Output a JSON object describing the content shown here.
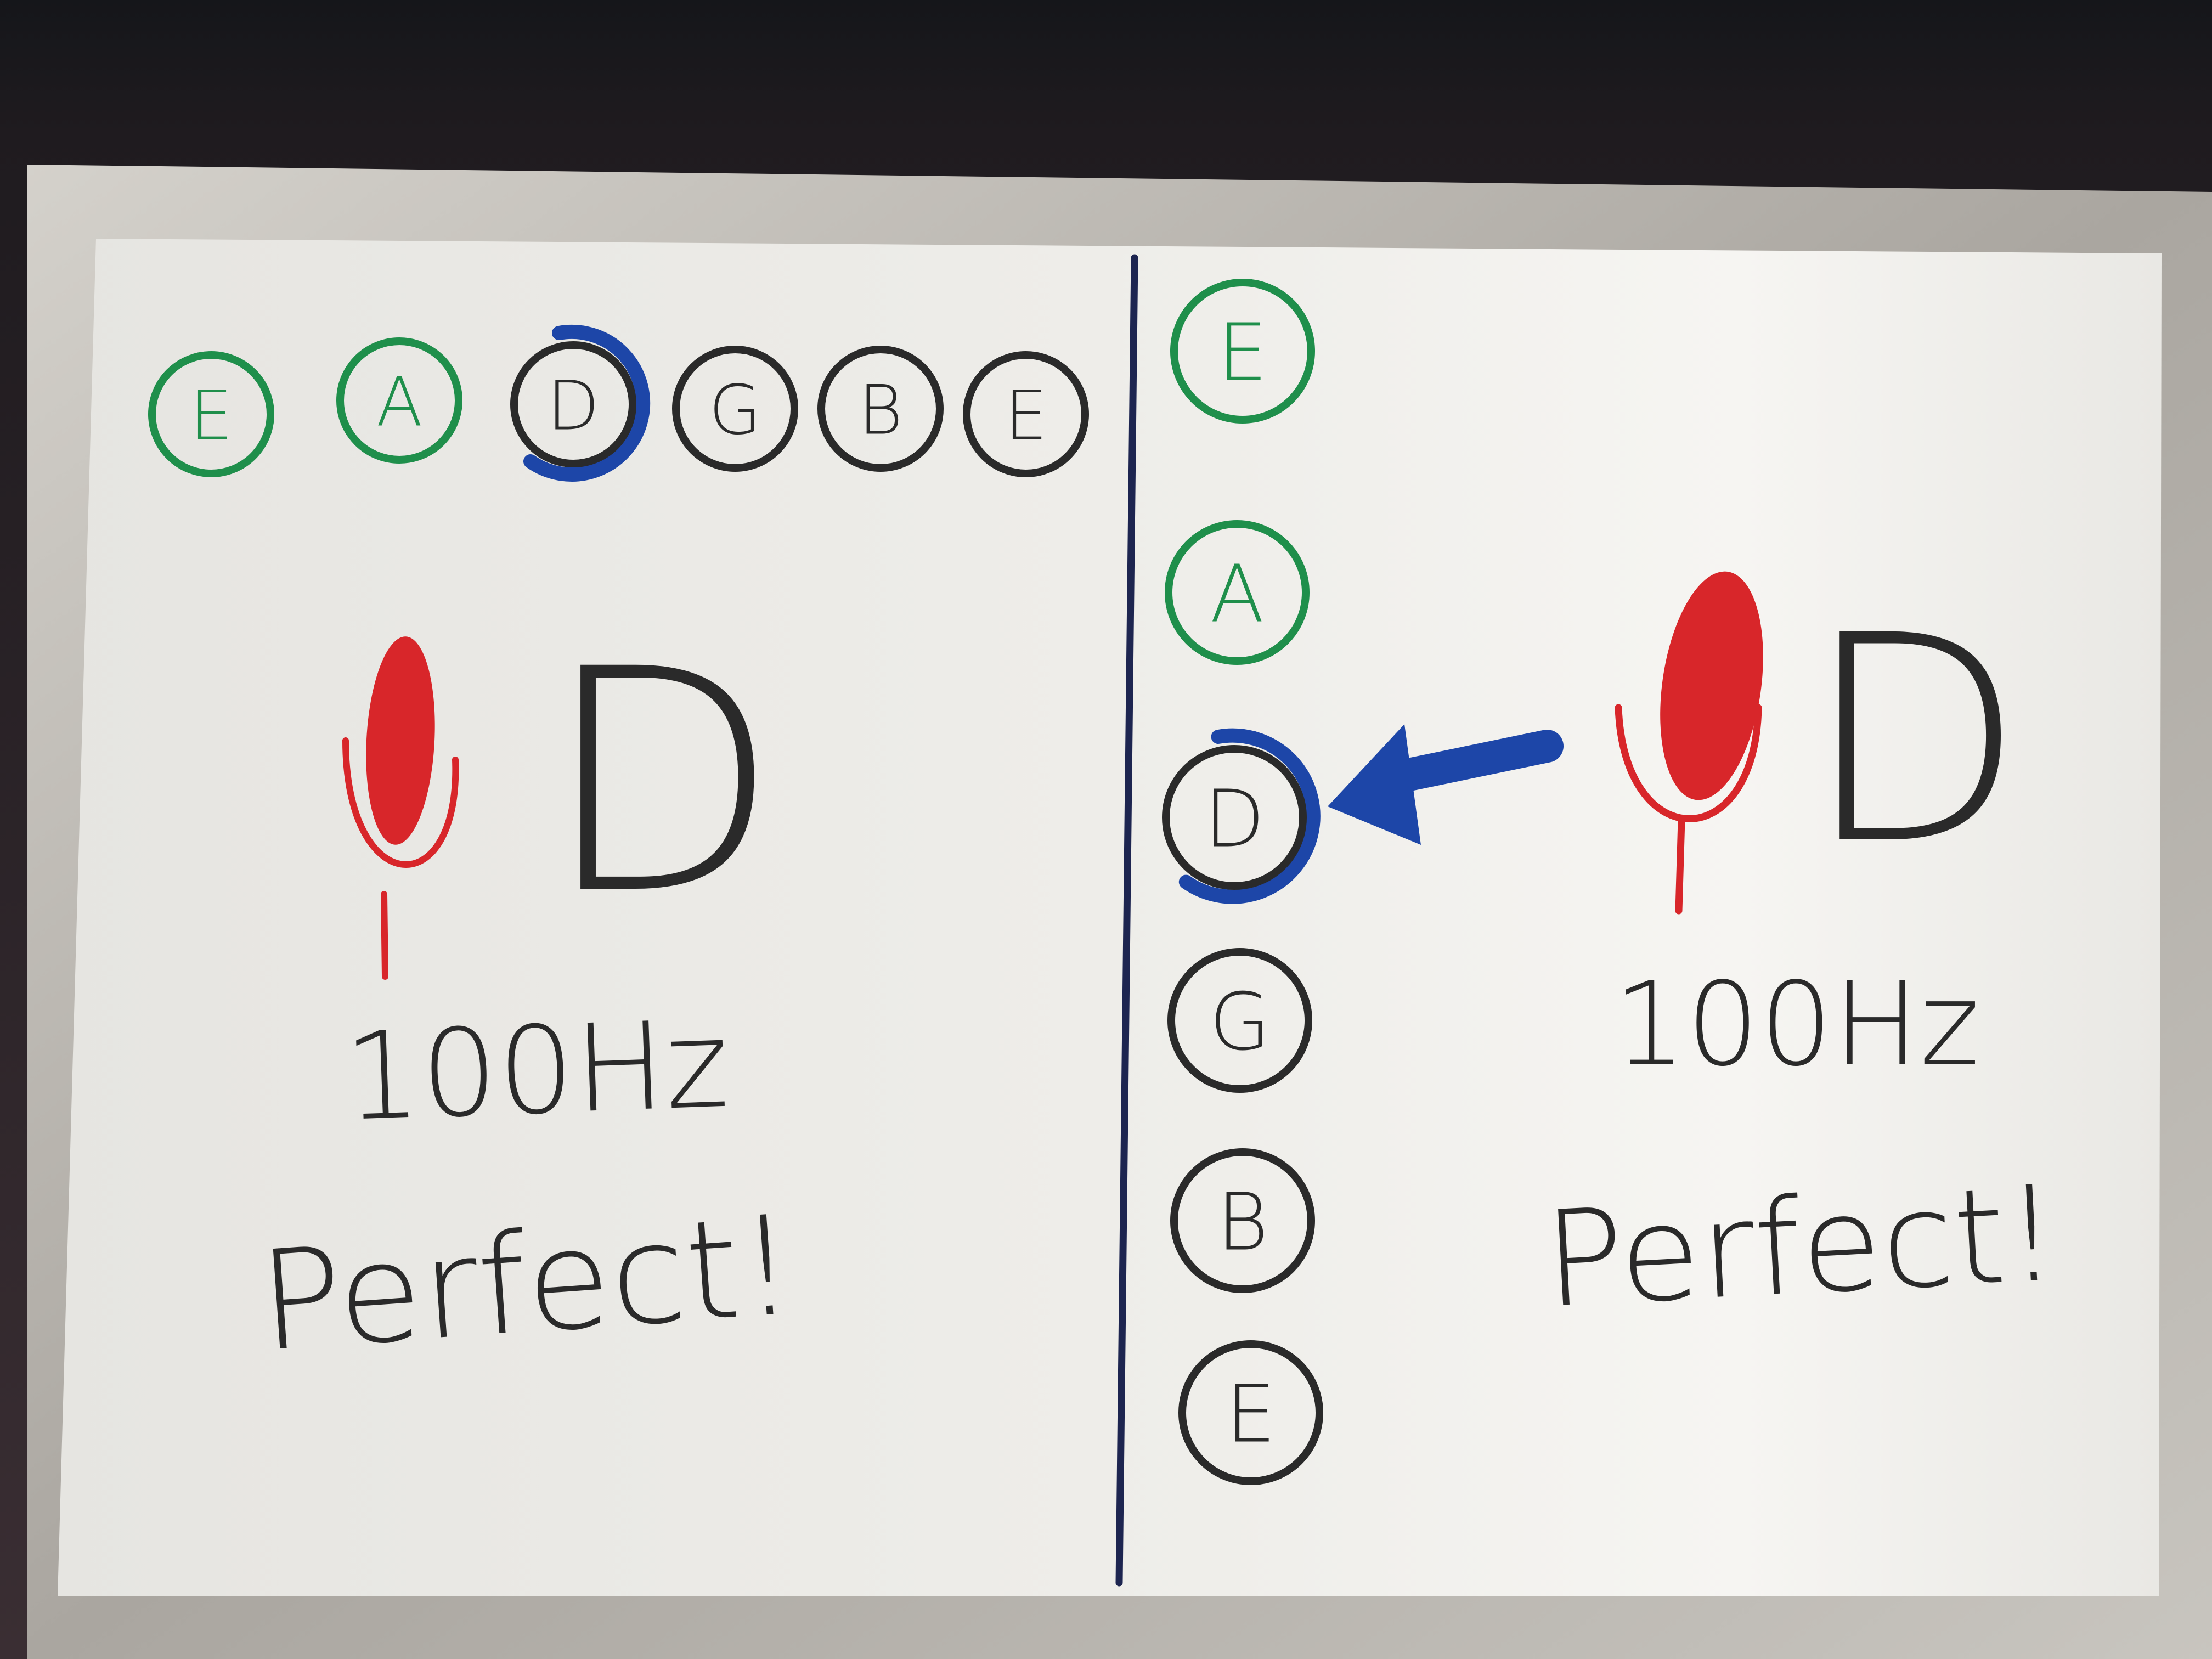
{
  "colors": {
    "board": "#ecebe7",
    "frame": "#b9b6b0",
    "green": "#1f8f4b",
    "black": "#2a2a2a",
    "blue": "#1d46a8",
    "red": "#d8262a",
    "divider": "#1d2550"
  },
  "left_panel": {
    "strings": [
      {
        "note": "E",
        "color": "green"
      },
      {
        "note": "A",
        "color": "green"
      },
      {
        "note": "D",
        "color": "black",
        "highlight": "blue"
      },
      {
        "note": "G",
        "color": "black"
      },
      {
        "note": "B",
        "color": "black"
      },
      {
        "note": "E",
        "color": "black"
      }
    ],
    "target_note": "D",
    "frequency": "100Hz",
    "verdict": "Perfect!"
  },
  "right_panel": {
    "strings": [
      {
        "note": "E",
        "color": "green"
      },
      {
        "note": "A",
        "color": "green"
      },
      {
        "note": "D",
        "color": "black",
        "highlight": "blue"
      },
      {
        "note": "G",
        "color": "black"
      },
      {
        "note": "B",
        "color": "black"
      },
      {
        "note": "E",
        "color": "black"
      }
    ],
    "target_note": "D",
    "frequency": "100Hz",
    "verdict": "Perfect!",
    "arrow_icon": "blue-arrow-pointing-left"
  }
}
